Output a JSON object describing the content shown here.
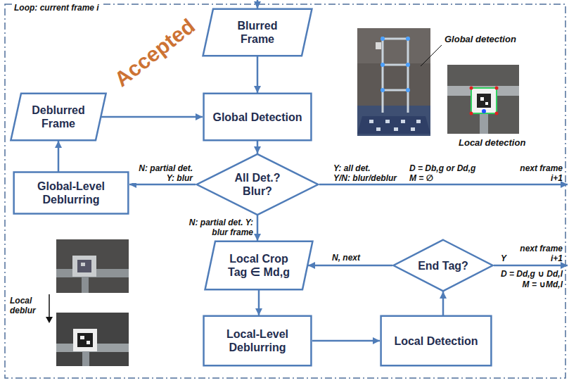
{
  "diagram": {
    "nodes": [
      {
        "text": [
          "Blurred Frame"
        ]
      },
      {
        "text": [
          "Deblurred Frame"
        ]
      },
      {
        "text": [
          "Global Detection"
        ]
      },
      {
        "text": [
          "All Det.? Blur?"
        ]
      },
      {
        "text": [
          "Global-Level Deblurring"
        ]
      },
      {
        "text": [
          "Local Crop Tag ∈ Md,g"
        ]
      },
      {
        "text": [
          "End Tag?"
        ]
      },
      {
        "text": [
          "Local-Level Deblurring"
        ]
      },
      {
        "text": [
          "Local Detection"
        ]
      }
    ],
    "edges": [
      {
        "from": 0,
        "to": 2,
        "arrow": "to"
      },
      {
        "from": 1,
        "to": 2,
        "arrow": "to"
      },
      {
        "from": 2,
        "to": 3,
        "arrow": "to"
      },
      {
        "from": 3,
        "to": 4,
        "label": "N: partial det. Y: blur",
        "arrow": "to"
      },
      {
        "from": 4,
        "to": 1,
        "arrow": "to"
      },
      {
        "from": 3,
        "to": 5,
        "label": "N: partial det. Y: blur frame",
        "arrow": "to"
      },
      {
        "from": 5,
        "to": 7,
        "arrow": "to"
      },
      {
        "from": 7,
        "to": 8,
        "arrow": "to"
      },
      {
        "from": 8,
        "to": 6,
        "arrow": "to"
      },
      {
        "from": 6,
        "to": 5,
        "label": "N, next",
        "arrow": "to"
      }
    ],
    "labels": [
      "Loop: current frame i",
      "Accepted",
      "Global detection",
      "Local detection",
      "Local deblur",
      "Y: all det.",
      "Y/N: blur/deblur",
      "D = Db,g or Dd,g",
      "M = ∅",
      "next frame i+1",
      "Y",
      "next frame i+1",
      "D = Dd,g ∪ Dd,l",
      "M = ∪Md,l"
    ]
  }
}
